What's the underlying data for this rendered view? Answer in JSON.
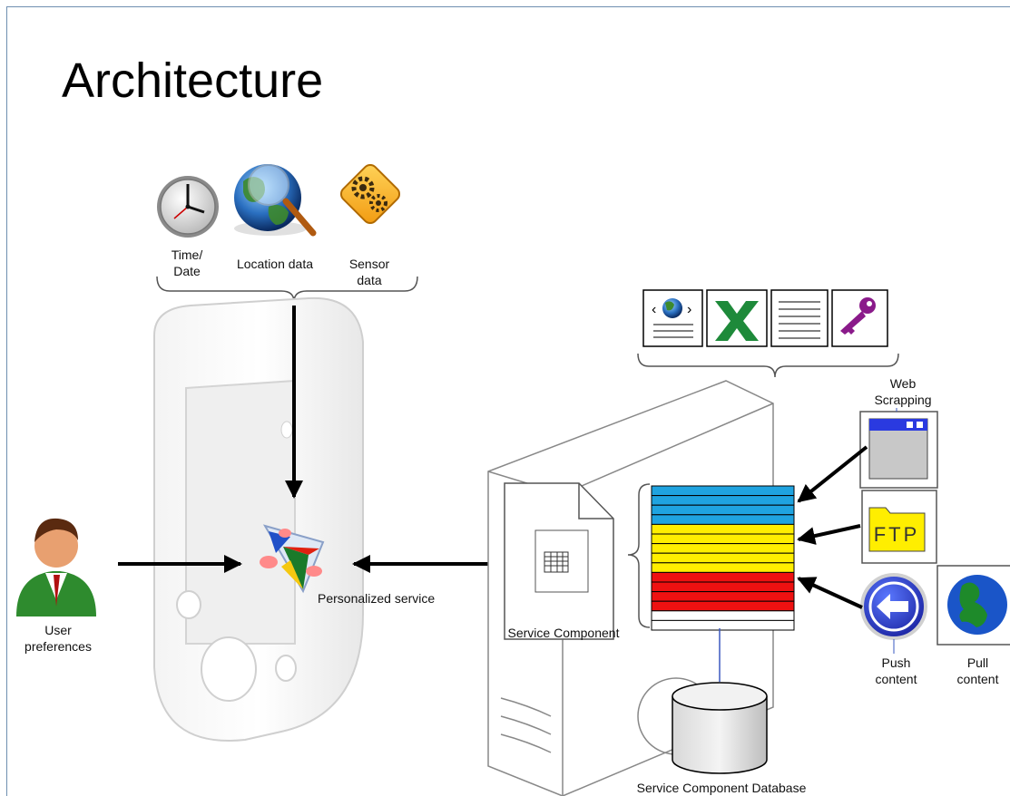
{
  "slide": {
    "title": "Architecture"
  },
  "sensors": {
    "time_label": "Time/\nDate",
    "location_label": "Location data",
    "sensor_label": "Sensor\ndata"
  },
  "user": {
    "label": "User\npreferences"
  },
  "device": {
    "service_label": "Personalized service"
  },
  "server": {
    "component_label": "Service Component",
    "database_label": "Service Component Database"
  },
  "sources": {
    "web_label": "Web\nScrapping",
    "ftp_text": "FTP",
    "push_label": "Push\ncontent",
    "pull_label": "Pull\ncontent"
  },
  "formats": {
    "icons": [
      "html-document-icon",
      "excel-icon",
      "text-document-icon",
      "key-icon"
    ]
  },
  "colors": {
    "blue_rows": "#1fa3e0",
    "yellow_rows": "#ffee00",
    "red_rows": "#ee1111",
    "frame": "#6f8fb0"
  }
}
